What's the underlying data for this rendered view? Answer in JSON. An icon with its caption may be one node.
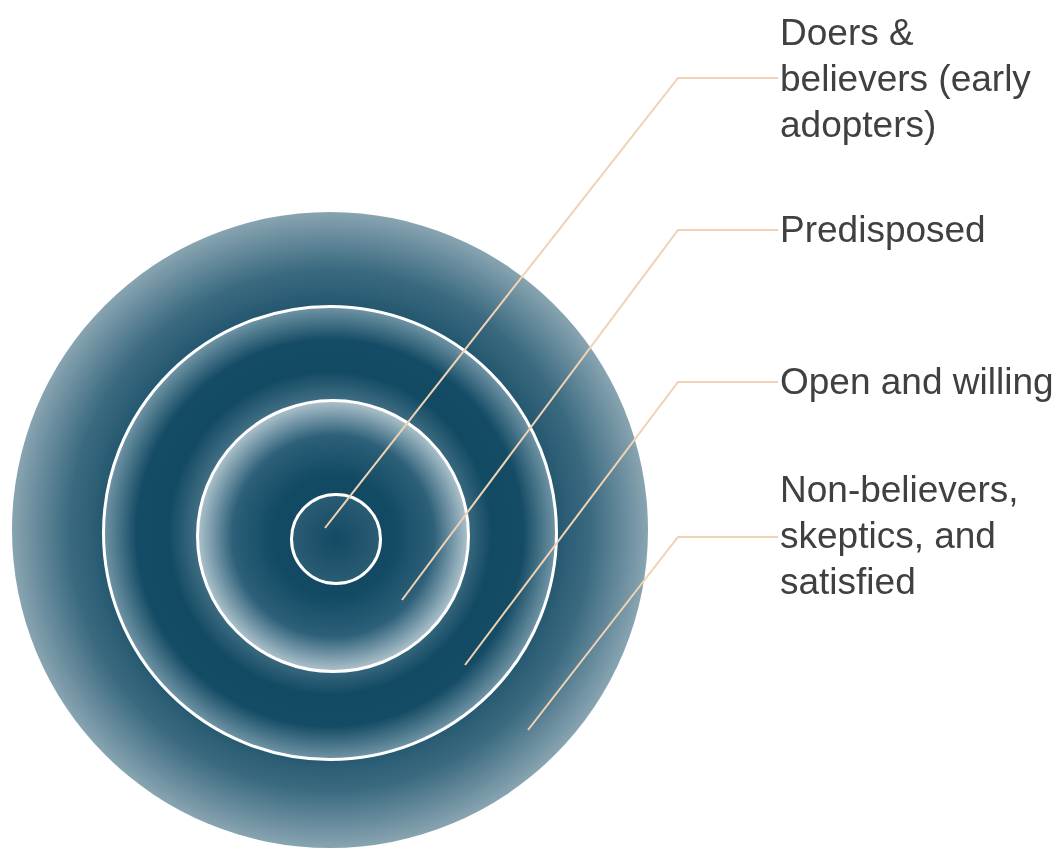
{
  "diagram": {
    "nodes": [
      {
        "text": [],
        "shape": "circle"
      },
      {
        "text": [],
        "shape": "circle",
        "in": 0
      },
      {
        "text": [],
        "shape": "circle",
        "in": 1
      },
      {
        "text": [],
        "shape": "circle",
        "in": 2
      },
      {
        "text": [
          "Doers & believers (early adopters)"
        ]
      },
      {
        "text": [
          "Predisposed"
        ]
      },
      {
        "text": [
          "Open and willing"
        ]
      },
      {
        "text": [
          "Non-believers, skeptics, and satisfied"
        ]
      }
    ],
    "edges": [
      {
        "from": 4,
        "to": 3,
        "arrow": "none"
      },
      {
        "from": 5,
        "to": 2,
        "arrow": "none"
      },
      {
        "from": 6,
        "to": 1,
        "arrow": "none"
      },
      {
        "from": 7,
        "to": 0,
        "arrow": "none"
      }
    ]
  }
}
